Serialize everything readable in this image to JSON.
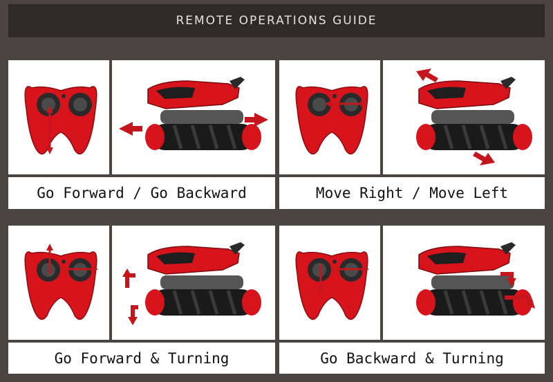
{
  "header": {
    "title": "REMOTE OPERATIONS GUIDE"
  },
  "panels": [
    {
      "caption": "Go Forward / Go Backward",
      "controller_arrows": "up-down",
      "car_arrows": "left-right"
    },
    {
      "caption": "Move Right / Move Left",
      "controller_arrows": "left-right",
      "car_arrows": "diagonal"
    },
    {
      "caption": "Go Forward & Turning",
      "controller_arrows": "up-right",
      "car_arrows": "curved-left"
    },
    {
      "caption": "Go Backward & Turning",
      "controller_arrows": "down-right",
      "car_arrows": "curved-right"
    }
  ],
  "colors": {
    "background": "#4a4541",
    "header": "#2e2a27",
    "toy_red": "#d7141c",
    "toy_dark": "#2a2a2a",
    "arrow": "#c4161c"
  },
  "icons": [
    "controller-icon",
    "stunt-car-icon",
    "direction-arrow-icon"
  ]
}
